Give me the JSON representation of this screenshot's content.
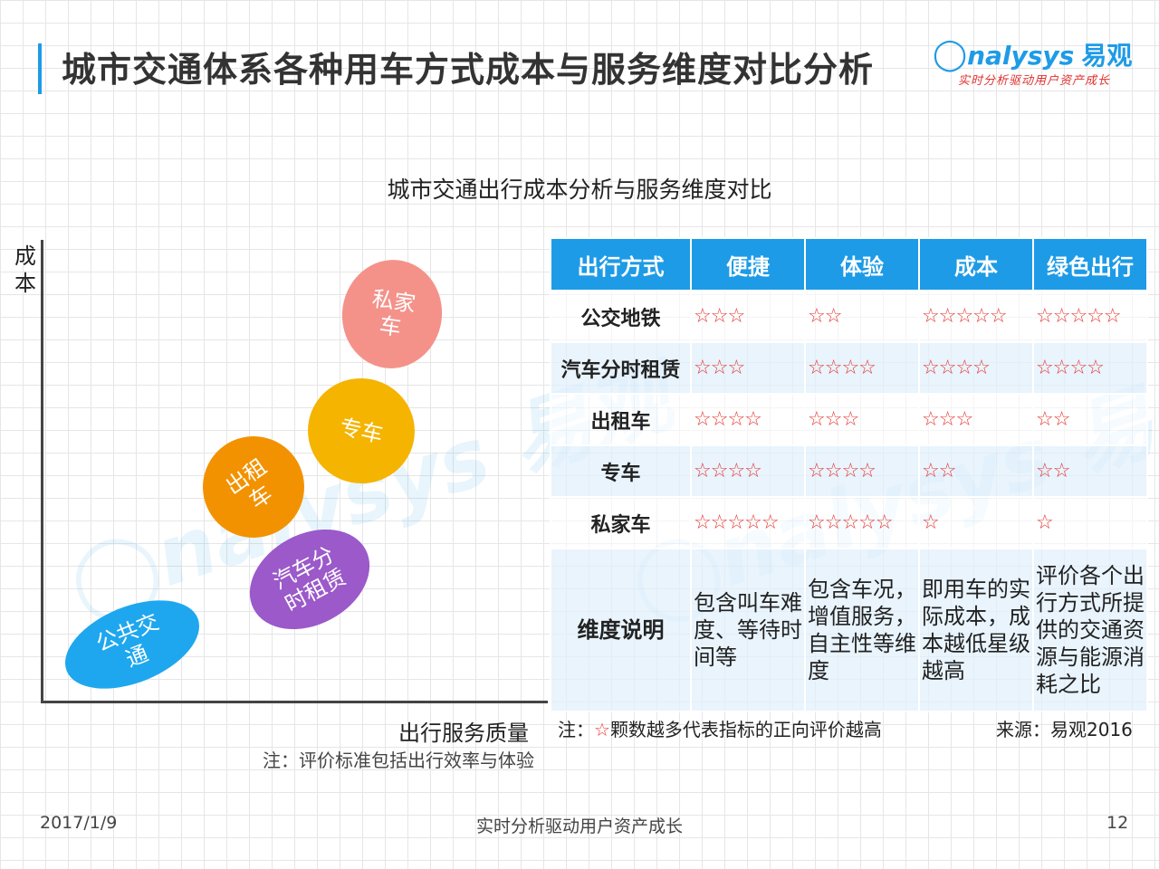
{
  "header": {
    "title": "城市交通体系各种用车方式成本与服务维度对比分析",
    "logo_brand": "nalysys",
    "logo_brand_cn": "易观",
    "logo_tagline": "实时分析驱动用户资产成长"
  },
  "chart_title": "城市交通出行成本分析与服务维度对比",
  "axes": {
    "y_label": "成本",
    "x_label": "出行服务质量",
    "x_note": "注：评价标准包括出行效率与体验"
  },
  "bubbles": [
    {
      "label_lines": [
        "私家",
        "车"
      ],
      "color": "#f4928a"
    },
    {
      "label_lines": [
        "专车"
      ],
      "color": "#f5b400"
    },
    {
      "label_lines": [
        "出租",
        "车"
      ],
      "color": "#f39200"
    },
    {
      "label_lines": [
        "汽车分",
        "时租赁"
      ],
      "color": "#9b59c9"
    },
    {
      "label_lines": [
        "公共交",
        "通"
      ],
      "color": "#1ea7ef"
    }
  ],
  "table": {
    "headers": [
      "出行方式",
      "便捷",
      "体验",
      "成本",
      "绿色出行"
    ],
    "rows": [
      {
        "mode": "公交地铁",
        "stars": [
          "☆☆☆",
          "☆☆",
          "☆☆☆☆☆",
          "☆☆☆☆☆"
        ]
      },
      {
        "mode": "汽车分时租赁",
        "stars": [
          "☆☆☆",
          "☆☆☆☆",
          "☆☆☆☆",
          "☆☆☆☆"
        ]
      },
      {
        "mode": "出租车",
        "stars": [
          "☆☆☆☆",
          "☆☆☆",
          "☆☆☆",
          "☆☆"
        ]
      },
      {
        "mode": "专车",
        "stars": [
          "☆☆☆☆",
          "☆☆☆☆",
          "☆☆",
          "☆☆"
        ]
      },
      {
        "mode": "私家车",
        "stars": [
          "☆☆☆☆☆",
          "☆☆☆☆☆",
          "☆",
          "☆"
        ]
      }
    ],
    "description_row": {
      "label": "维度说明",
      "cells": [
        "包含叫车难度、等待时间等",
        "包含车况，增值服务，自主性等维度",
        "即用车的实际成本，成本越低星级越高",
        "评价各个出行方式所提供的交通资源与能源消耗之比"
      ]
    },
    "note_prefix": "注：",
    "note_star": "☆",
    "note_text": "颗数越多代表指标的正向评价越高",
    "source": "来源：易观2016"
  },
  "footer": {
    "date": "2017/1/9",
    "slogan": "实时分析驱动用户资产成长",
    "page": "12"
  },
  "colors": {
    "accent": "#1e9be6",
    "star": "#e53935"
  }
}
